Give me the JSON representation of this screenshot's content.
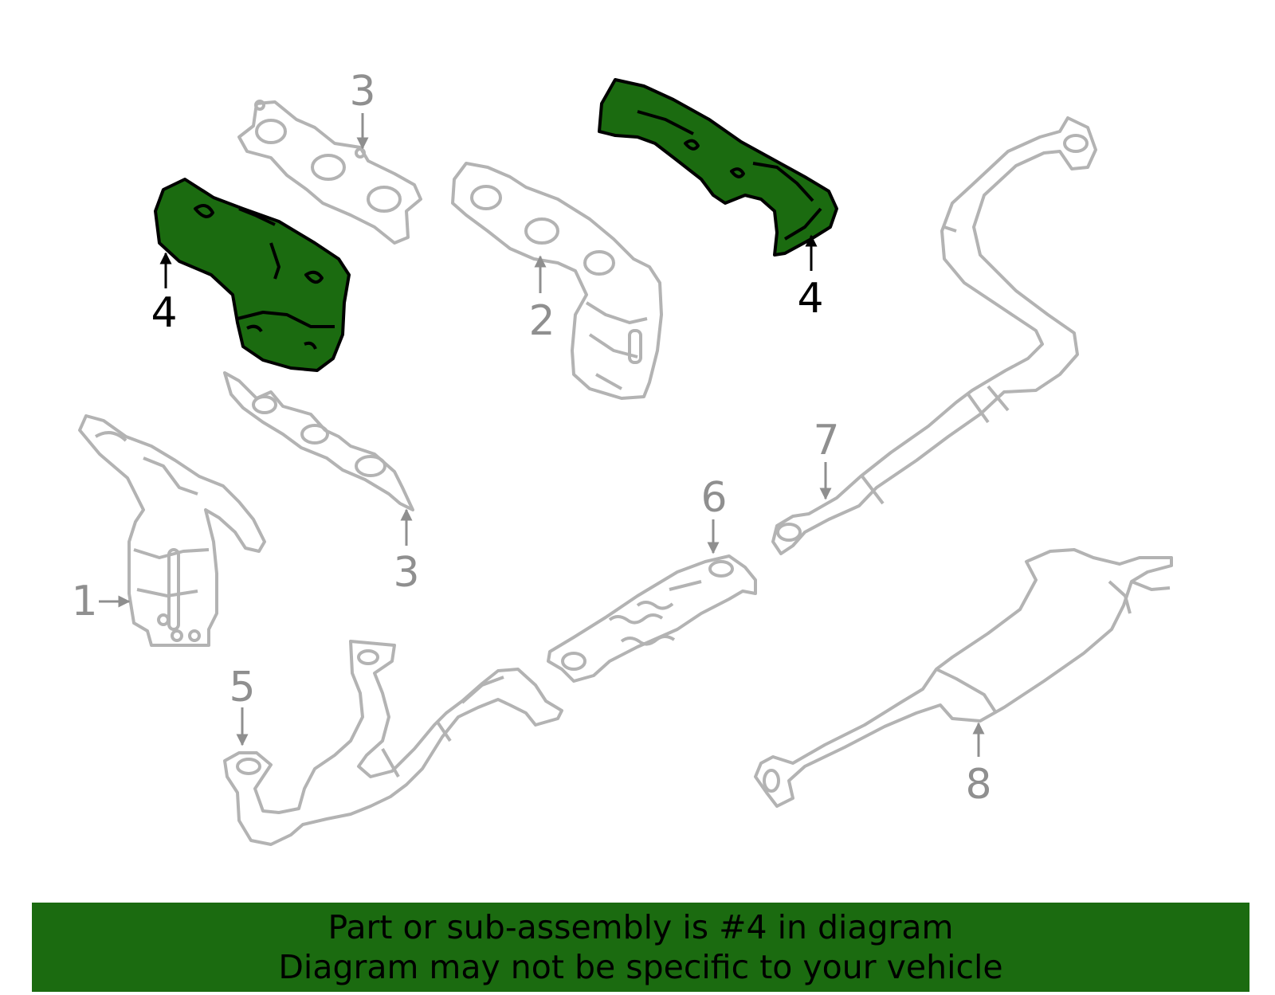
{
  "colors": {
    "highlight_fill": "#1b6b10",
    "highlight_stroke": "#000000",
    "part_stroke": "#b3b3b3",
    "callout_gray": "#8f8f8f",
    "callout_highlight": "#000000",
    "banner_bg": "#1b6b10",
    "banner_text": "#000000"
  },
  "callouts": {
    "c1": "1",
    "c2": "2",
    "c3_top": "3",
    "c3_bottom": "3",
    "c4_left": "4",
    "c4_right": "4",
    "c5": "5",
    "c6": "6",
    "c7": "7",
    "c8": "8"
  },
  "banner": {
    "line1": "Part or sub-assembly is #4 in diagram",
    "line2": "Diagram may not be specific to your vehicle"
  }
}
